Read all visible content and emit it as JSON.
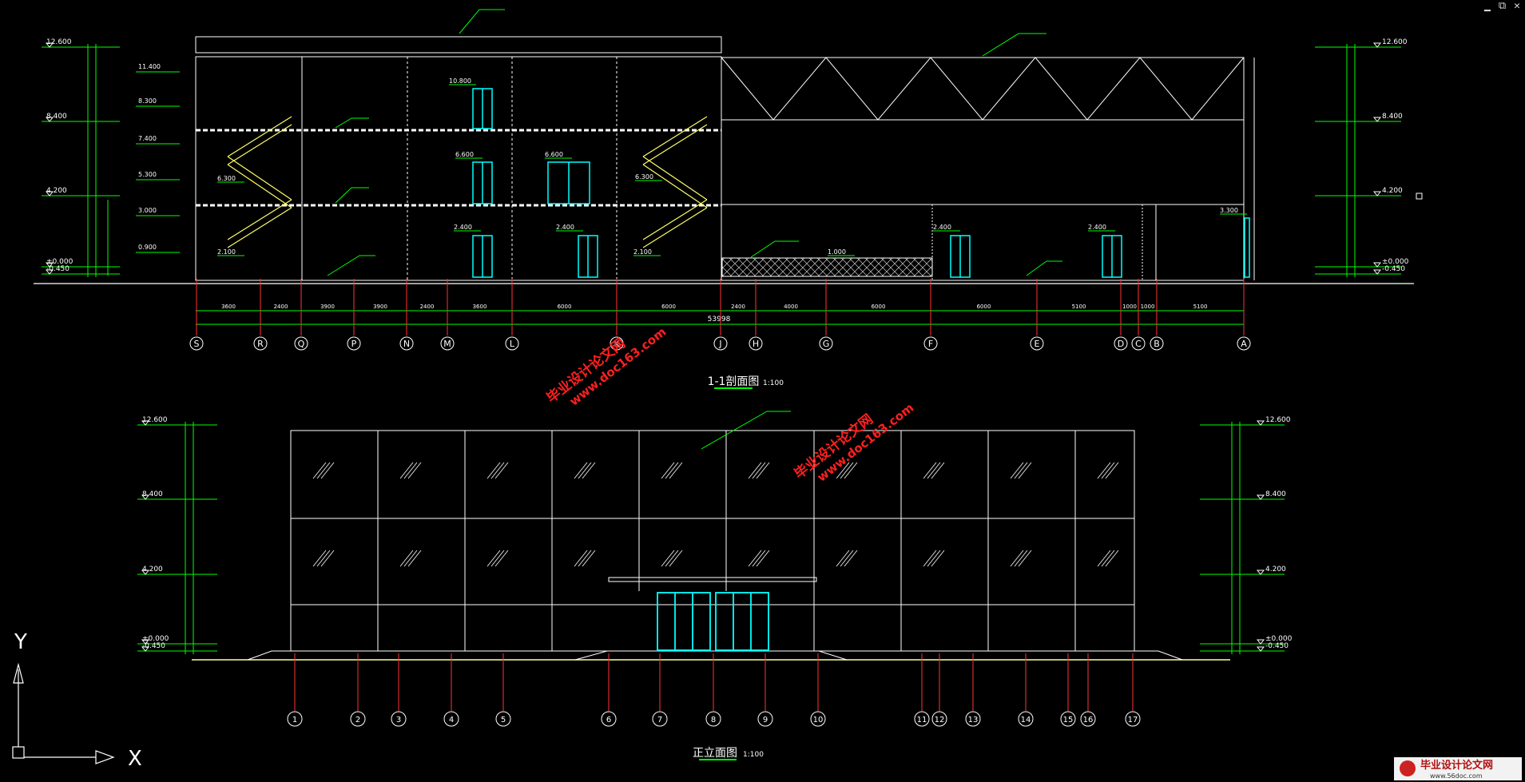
{
  "window": {
    "minimize": "▁",
    "restore": "⧉",
    "close": "✕"
  },
  "section_view": {
    "title": "1-1剖面图",
    "scale": "1:100",
    "total_length": "53998",
    "left_levels": [
      "12.600",
      "8.400",
      "4.200",
      "±0.000",
      "-0.450"
    ],
    "right_levels": [
      "12.600",
      "8.400",
      "4.200",
      "±0.000",
      "-0.450"
    ],
    "inner_levels": [
      "11.400",
      "8.300",
      "7.400",
      "5.300",
      "3.000",
      "0.900"
    ],
    "room_levels": [
      "10.800",
      "6.600",
      "6.600",
      "2.400",
      "2.400",
      "2.400",
      "2.400",
      "6.300",
      "6.300",
      "2.100",
      "2.100",
      "1.000",
      "3.300"
    ],
    "axis_labels": [
      "S",
      "R",
      "Q",
      "P",
      "N",
      "M",
      "L",
      "K",
      "J",
      "H",
      "G",
      "F",
      "E",
      "D",
      "C",
      "B",
      "A"
    ],
    "bay_dims": [
      "3600",
      "2400",
      "3900",
      "3900",
      "2400",
      "3600",
      "6000",
      "6000",
      "2400",
      "4000",
      "6000",
      "6000",
      "5100",
      "1000",
      "1000",
      "5100"
    ]
  },
  "front_view": {
    "title": "正立面图",
    "scale": "1:100",
    "left_levels": [
      "12.600",
      "8.400",
      "4.200",
      "±0.000",
      "-0.450"
    ],
    "right_levels": [
      "12.600",
      "8.400",
      "4.200",
      "±0.000",
      "-0.450"
    ],
    "axis_labels": [
      "1",
      "2",
      "3",
      "4",
      "5",
      "6",
      "7",
      "8",
      "9",
      "10",
      "11",
      "12",
      "13",
      "14",
      "15",
      "16",
      "17"
    ]
  },
  "ucs": {
    "x_label": "X",
    "y_label": "Y"
  },
  "watermarks": [
    "毕业设计论文网",
    "www.doc163.com"
  ],
  "logo": {
    "name": "毕业设计论文网",
    "url": "www.56doc.com"
  },
  "colors": {
    "bg": "#000000",
    "line": "#ffffff",
    "dim": "#00ff00",
    "glass": "#00ffff",
    "stair": "#ffff66",
    "axis": "#ff3333",
    "watermark": "#ff2020",
    "text": "#ffffff"
  }
}
